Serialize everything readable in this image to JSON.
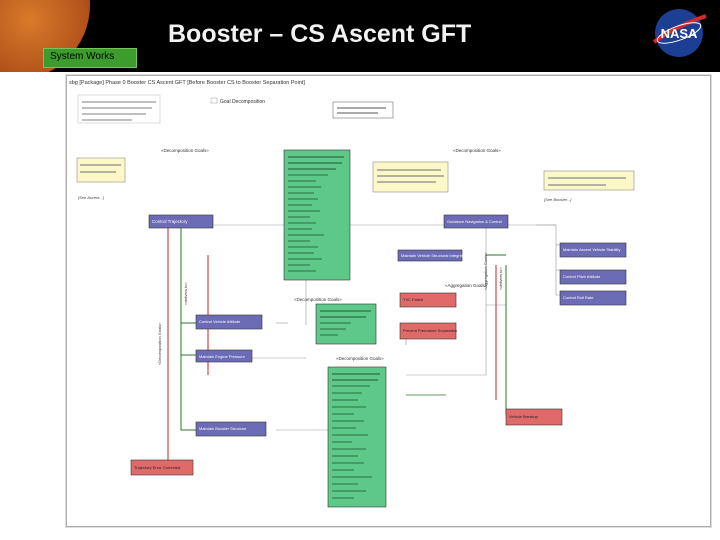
{
  "slide": {
    "title": "Booster – CS Ascent GFT",
    "section_label": "System Works",
    "logo_text": "NASA"
  },
  "colors": {
    "header_bg": "#000000",
    "section_bar": "#3c9c2c",
    "block_purple": "#6b6bb6",
    "block_red": "#e06a6a",
    "block_green": "#5ec889",
    "note_yellow": "#fdf8c8",
    "connector_red": "#cc2222",
    "connector_green": "#2a7a2a"
  },
  "diagram": {
    "frame_title": "sbg [Package] Phase 0 Booster CS Ascent GFT [Before Booster CS to Booster Separation Point]",
    "labels": {
      "goal_decomposition": "Goal Decomposition",
      "decomposition_goals": "«Decomposition Goals»",
      "aggregation_goals": "«Aggregation Goals»",
      "delivers_to": "«delivers to»",
      "see_ascent": "[See Ascent...]",
      "see_booster": "[See Booster...]"
    },
    "blocks": [
      {
        "label": "Control Trajectory"
      },
      {
        "label": "Guidance Navigation & Control"
      },
      {
        "label": "Maintain Vehicle Structural Integrity"
      },
      {
        "label": "Maintain Ascent Vehicle Stability"
      },
      {
        "label": "Control Pitch Attitude"
      },
      {
        "label": "Control Roll Rate"
      },
      {
        "label": "Control Vehicle Attitude"
      },
      {
        "label": "Maintain Engine Pressure"
      },
      {
        "label": "Maintain Booster Structure"
      },
      {
        "label": "Trajectory Error Corrected"
      },
      {
        "label": "TVC Failed"
      },
      {
        "label": "Prevent Premature Separation"
      },
      {
        "label": "Vehicle Breakup"
      }
    ]
  }
}
